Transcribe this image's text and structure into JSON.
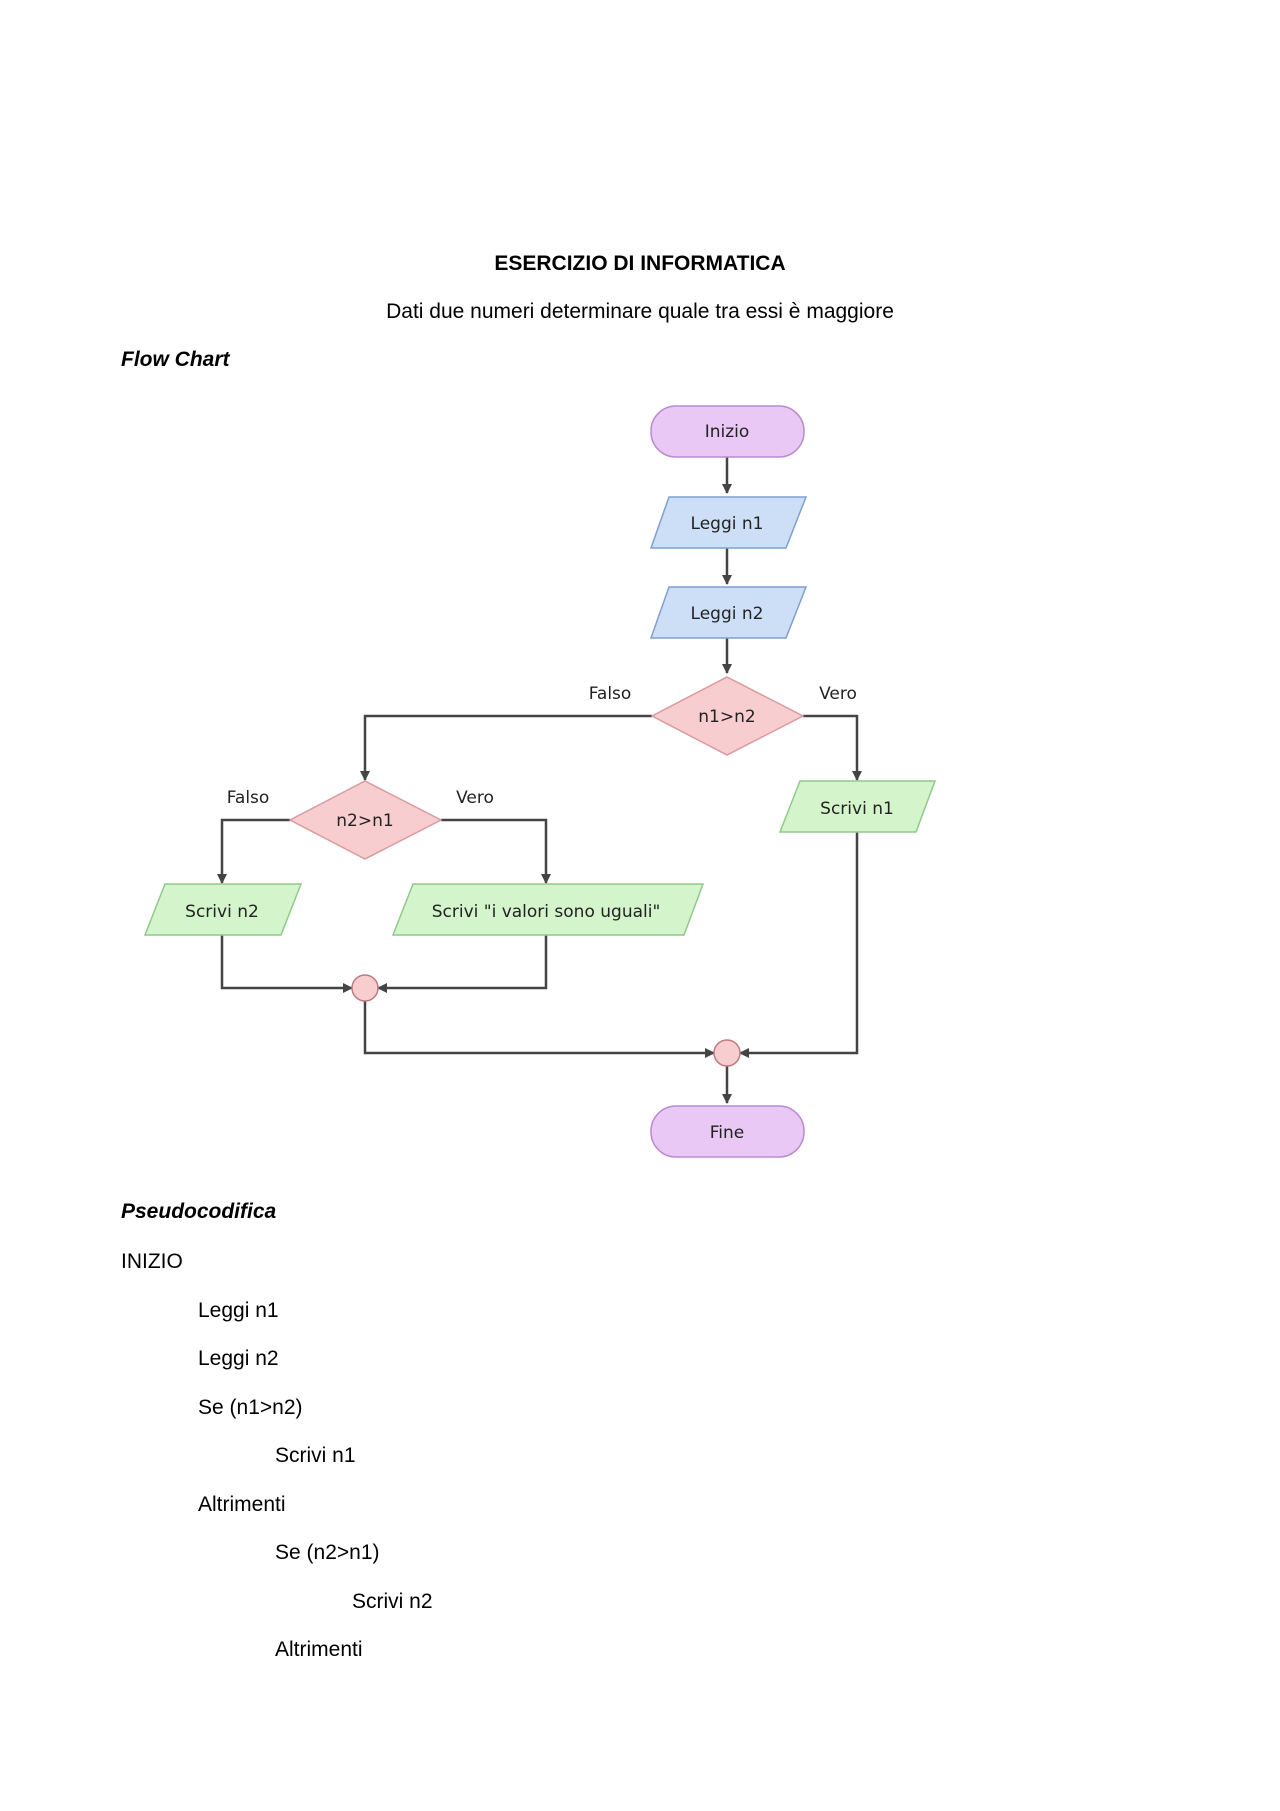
{
  "title": "ESERCIZIO DI INFORMATICA",
  "subtitle": "Dati due numeri determinare quale tra essi è maggiore",
  "flowchart_heading": "Flow Chart",
  "flowchart": {
    "colors": {
      "terminal_fill": "#e9c8f5",
      "terminal_stroke": "#b98ad0",
      "input_fill": "#cddff7",
      "input_stroke": "#7f9fd0",
      "decision_fill": "#f8cdd0",
      "decision_stroke": "#d99aa0",
      "output_fill": "#d4f5cc",
      "output_stroke": "#90c98a",
      "connector_fill": "#f8cdd0",
      "connector_stroke": "#c07a80",
      "arrow": "#444444"
    },
    "nodes": {
      "start": "Inizio",
      "read_n1": "Leggi n1",
      "read_n2": "Leggi n2",
      "decision_1": "n1>n2",
      "decision_2": "n2>n1",
      "write_n1": "Scrivi n1",
      "write_n2": "Scrivi n2",
      "write_equal": "Scrivi \"i valori sono uguali\"",
      "end": "Fine"
    },
    "edge_labels": {
      "d1_false": "Falso",
      "d1_true": "Vero",
      "d2_false": "Falso",
      "d2_true": "Vero"
    }
  },
  "pseudocode_heading": "Pseudocodifica",
  "pseudocode": [
    {
      "text": "INIZIO",
      "indent": 0
    },
    {
      "text": "Leggi n1",
      "indent": 1
    },
    {
      "text": "Leggi n2",
      "indent": 1
    },
    {
      "text": "Se (n1>n2)",
      "indent": 1
    },
    {
      "text": "Scrivi n1",
      "indent": 2
    },
    {
      "text": "Altrimenti",
      "indent": 1
    },
    {
      "text": "Se (n2>n1)",
      "indent": 2
    },
    {
      "text": "Scrivi n2",
      "indent": 3
    },
    {
      "text": "Altrimenti",
      "indent": 2
    }
  ]
}
